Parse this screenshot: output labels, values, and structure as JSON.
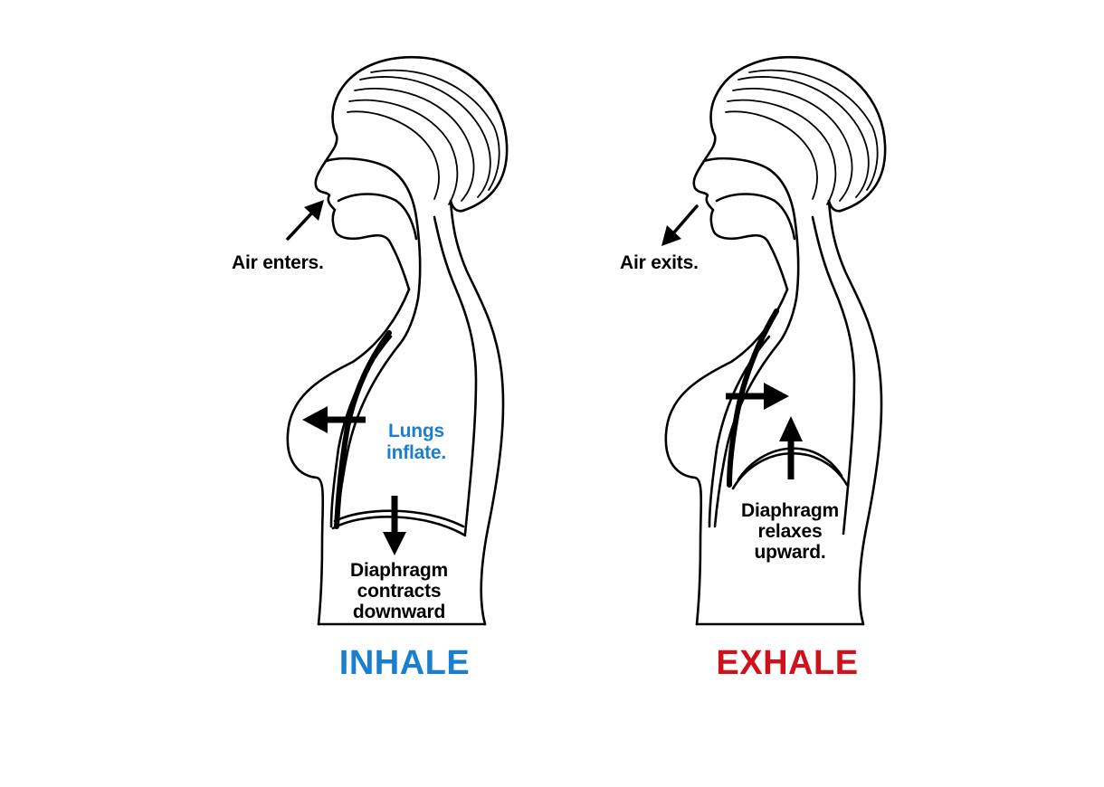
{
  "inhale": {
    "title": "INHALE",
    "title_color": "#1a7fd0",
    "air_label": "Air enters.",
    "lungs_label": [
      "Lungs",
      "inflate."
    ],
    "lungs_color": "#1a7fd0",
    "diaphragm_label": [
      "Diaphragm",
      "contracts",
      "downward"
    ]
  },
  "exhale": {
    "title": "EXHALE",
    "title_color": "#d0101a",
    "air_label": "Air exits.",
    "diaphragm_label": [
      "Diaphragm",
      "relaxes",
      "upward."
    ]
  },
  "label_color": "#000000"
}
